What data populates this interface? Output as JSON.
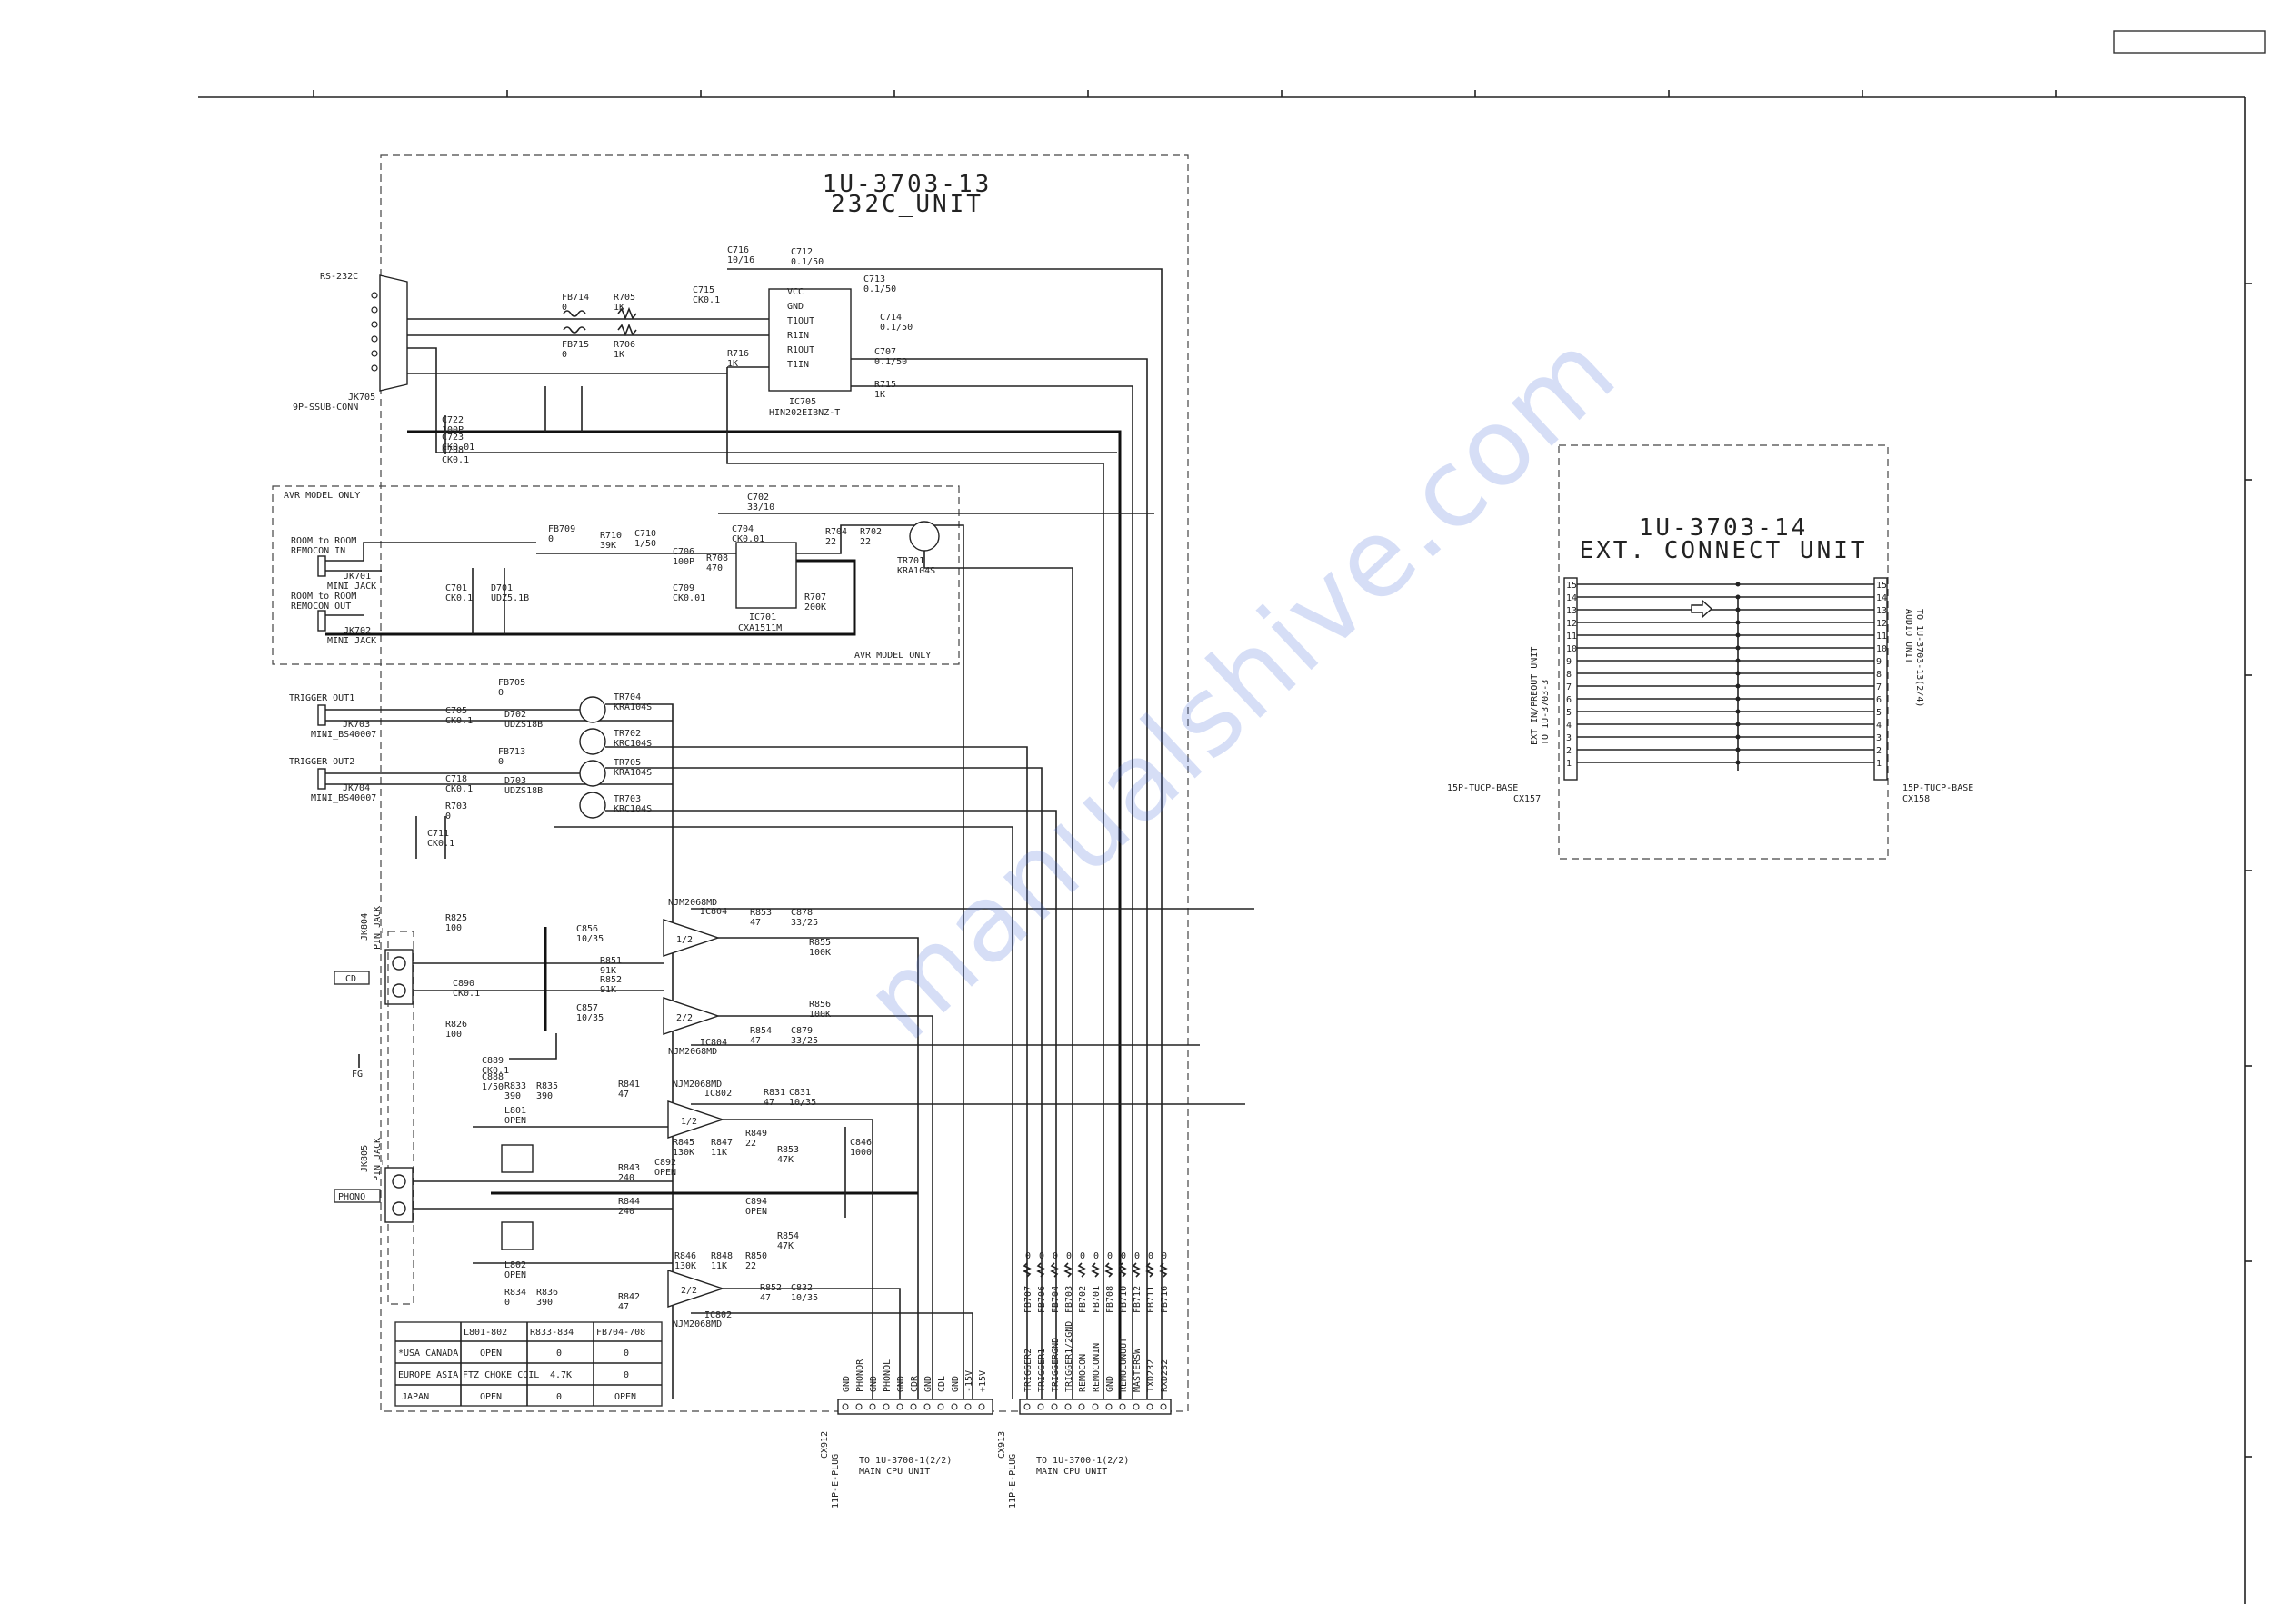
{
  "page": {
    "corner_box_text": ""
  },
  "units": {
    "u13": {
      "line1": "1U-3703-13",
      "line2": "232C_UNIT"
    },
    "u14": {
      "line1": "1U-3703-14",
      "line2": "EXT. CONNECT UNIT"
    }
  },
  "rs232": {
    "label": "RS-232C",
    "jack": "JK705",
    "conn": "9P-SSUB-CONN"
  },
  "ic705": {
    "ref": "IC705",
    "part": "HIN202EIBNZ-T",
    "pins": [
      "VCC",
      "GND",
      "T1OUT",
      "R1IN",
      "R1OUT",
      "T1IN"
    ]
  },
  "ic701": {
    "ref": "IC701",
    "part": "CXA1511M"
  },
  "ic804": {
    "ref": "IC804",
    "part": "NJM2068MD",
    "ch1": "1/2",
    "ch2": "2/2"
  },
  "ic802": {
    "ref": "IC802",
    "part": "NJM2068MD",
    "ch1": "1/2",
    "ch2": "2/2"
  },
  "avr": {
    "top": "AVR MODEL ONLY",
    "bottom": "AVR MODEL ONLY"
  },
  "remocon": {
    "in_1": "ROOM to ROOM",
    "in_2": "REMOCON IN",
    "in_jack": "JK701",
    "in_type": "MINI JACK",
    "out_1": "ROOM to ROOM",
    "out_2": "REMOCON OUT",
    "out_jack": "JK702",
    "out_type": "MINI JACK"
  },
  "trigger": {
    "out1": "TRIGGER OUT1",
    "out1_jack": "JK703",
    "out1_type": "MINI_BS40007",
    "out2": "TRIGGER OUT2",
    "out2_jack": "JK704",
    "out2_type": "MINI_BS40007"
  },
  "audio": {
    "cd_jack": "JK804",
    "cd_type": "PIN_JACK",
    "cd_label": "CD",
    "phono_jack": "JK805",
    "phono_type": "PIN_JACK",
    "phono_label": "PHONO",
    "gnd_label": "FG"
  },
  "labels_232c": [
    [
      "C716",
      "10/16"
    ],
    [
      "C712",
      "0.1/50"
    ],
    [
      "C713",
      "0.1/50"
    ],
    [
      "C715",
      "CK0.1"
    ],
    [
      "C714",
      "0.1/50"
    ],
    [
      "FB714",
      "0"
    ],
    [
      "R705",
      "1K"
    ],
    [
      "FB715",
      "0"
    ],
    [
      "R706",
      "1K"
    ],
    [
      "R716",
      "1K"
    ],
    [
      "C707",
      "0.1/50"
    ],
    [
      "R715",
      "1K"
    ],
    [
      "C722",
      "100P"
    ],
    [
      "C723",
      "CK0.01"
    ],
    [
      "C708",
      "CK0.1"
    ]
  ],
  "labels_remocon": [
    [
      "FB709",
      "0"
    ],
    [
      "R710",
      "39K"
    ],
    [
      "C710",
      "1/50"
    ],
    [
      "C702",
      "33/10"
    ],
    [
      "C704",
      "CK0.01"
    ],
    [
      "R704",
      "22"
    ],
    [
      "R702",
      "22"
    ],
    [
      "TR701",
      "KRA104S"
    ],
    [
      "C706",
      "100P"
    ],
    [
      "R708",
      "470"
    ],
    [
      "C709",
      "CK0.01"
    ],
    [
      "R707",
      "200K"
    ],
    [
      "D701",
      "UDZ5.1B"
    ],
    [
      "C701",
      "CK0.1"
    ]
  ],
  "labels_trigger": [
    [
      "FB705",
      "0"
    ],
    [
      "C705",
      "CK0.1"
    ],
    [
      "D702",
      "UDZS18B"
    ],
    [
      "TR704",
      "KRA104S"
    ],
    [
      "TR702",
      "KRC104S"
    ],
    [
      "FB713",
      "0"
    ],
    [
      "C718",
      "CK0.1"
    ],
    [
      "D703",
      "UDZS18B"
    ],
    [
      "TR705",
      "KRA104S"
    ],
    [
      "TR703",
      "KRC104S"
    ],
    [
      "R703",
      "0"
    ],
    [
      "C711",
      "CK0.1"
    ]
  ],
  "labels_cd": [
    [
      "R825",
      "100"
    ],
    [
      "C856",
      "10/35"
    ],
    [
      "R853",
      "47"
    ],
    [
      "C878",
      "33/25"
    ],
    [
      "R851",
      "91K"
    ],
    [
      "R852",
      "91K"
    ],
    [
      "C857",
      "10/35"
    ],
    [
      "R854",
      "47"
    ],
    [
      "C879",
      "33/25"
    ],
    [
      "R826",
      "100"
    ],
    [
      "C888",
      "1/50"
    ],
    [
      "C889",
      "CK0.1"
    ],
    [
      "C890",
      "CK0.1"
    ],
    [
      "R855",
      "100K"
    ],
    [
      "R856",
      "100K"
    ]
  ],
  "labels_phono": [
    [
      "R833",
      "390"
    ],
    [
      "R835",
      "390"
    ],
    [
      "R841",
      "47"
    ],
    [
      "R831",
      "47"
    ],
    [
      "C831",
      "10/35"
    ],
    [
      "L801",
      "OPEN"
    ],
    [
      "R845",
      "130K"
    ],
    [
      "R847",
      "11K"
    ],
    [
      "R849",
      "22"
    ],
    [
      "R843",
      "240"
    ],
    [
      "R853",
      "47K"
    ],
    [
      "C892",
      "OPEN"
    ],
    [
      "R844",
      "240"
    ],
    [
      "C894",
      "OPEN"
    ],
    [
      "R846",
      "130K"
    ],
    [
      "R848",
      "11K"
    ],
    [
      "R850",
      "22"
    ],
    [
      "R854",
      "47K"
    ],
    [
      "R852",
      "47"
    ],
    [
      "C832",
      "10/35"
    ],
    [
      "R834",
      "0"
    ],
    [
      "R836",
      "390"
    ],
    [
      "R842",
      "47"
    ],
    [
      "L802",
      "OPEN"
    ],
    [
      "C846",
      "1000"
    ]
  ],
  "table": {
    "head": [
      "",
      "L801-802",
      "R833-834",
      "FB704-708"
    ],
    "rows": [
      [
        "*USA CANADA",
        "OPEN",
        "0",
        "0"
      ],
      [
        "EUROPE ASIA",
        "FTZ CHOKE COIL",
        "4.7K",
        "0"
      ],
      [
        "JAPAN",
        "OPEN",
        "0",
        "OPEN"
      ]
    ]
  },
  "conn_cx912": {
    "ref": "CX912",
    "type": "11P-E-PLUG",
    "to": "TO 1U-3700-1(2/2)",
    "unit": "MAIN CPU UNIT",
    "pins": [
      "GND",
      "PHONOR",
      "GND",
      "PHONOL",
      "GND",
      "CDR",
      "GND",
      "CDL",
      "GND",
      "-15V",
      "+15V"
    ]
  },
  "conn_cx913": {
    "ref": "CX913",
    "type": "11P-E-PLUG",
    "to": "TO 1U-3700-1(2/2)",
    "unit": "MAIN CPU UNIT",
    "pins": [
      "TRIGGER2",
      "TRIGGER1",
      "TRIGGERGND",
      "TRIGGER1/2GND",
      "REMOCON",
      "REMOCONIN",
      "GND",
      "REMOCONOUT",
      "MASTERSW",
      "TXD232",
      "RXD232"
    ],
    "fb": [
      "FB707",
      "FB706",
      "FB704",
      "FB703",
      "FB702",
      "FB701",
      "FB708",
      "FB710",
      "FB712",
      "FB711",
      "FB716"
    ],
    "fb_val": "0"
  },
  "ext": {
    "left_to": "TO 1U-3703-3",
    "left_unit": "EXT IN/PREOUT UNIT",
    "left_conn": "15P-TUCP-BASE",
    "left_ref": "CX157",
    "right_to": "TO 1U-3703-13(2/4)",
    "right_unit": "AUDIO UNIT",
    "right_conn": "15P-TUCP-BASE",
    "right_ref": "CX158",
    "pins": [
      "15",
      "14",
      "13",
      "12",
      "11",
      "10",
      "9",
      "8",
      "7",
      "6",
      "5",
      "4",
      "3",
      "2",
      "1"
    ]
  },
  "watermark": "manualshive.com"
}
